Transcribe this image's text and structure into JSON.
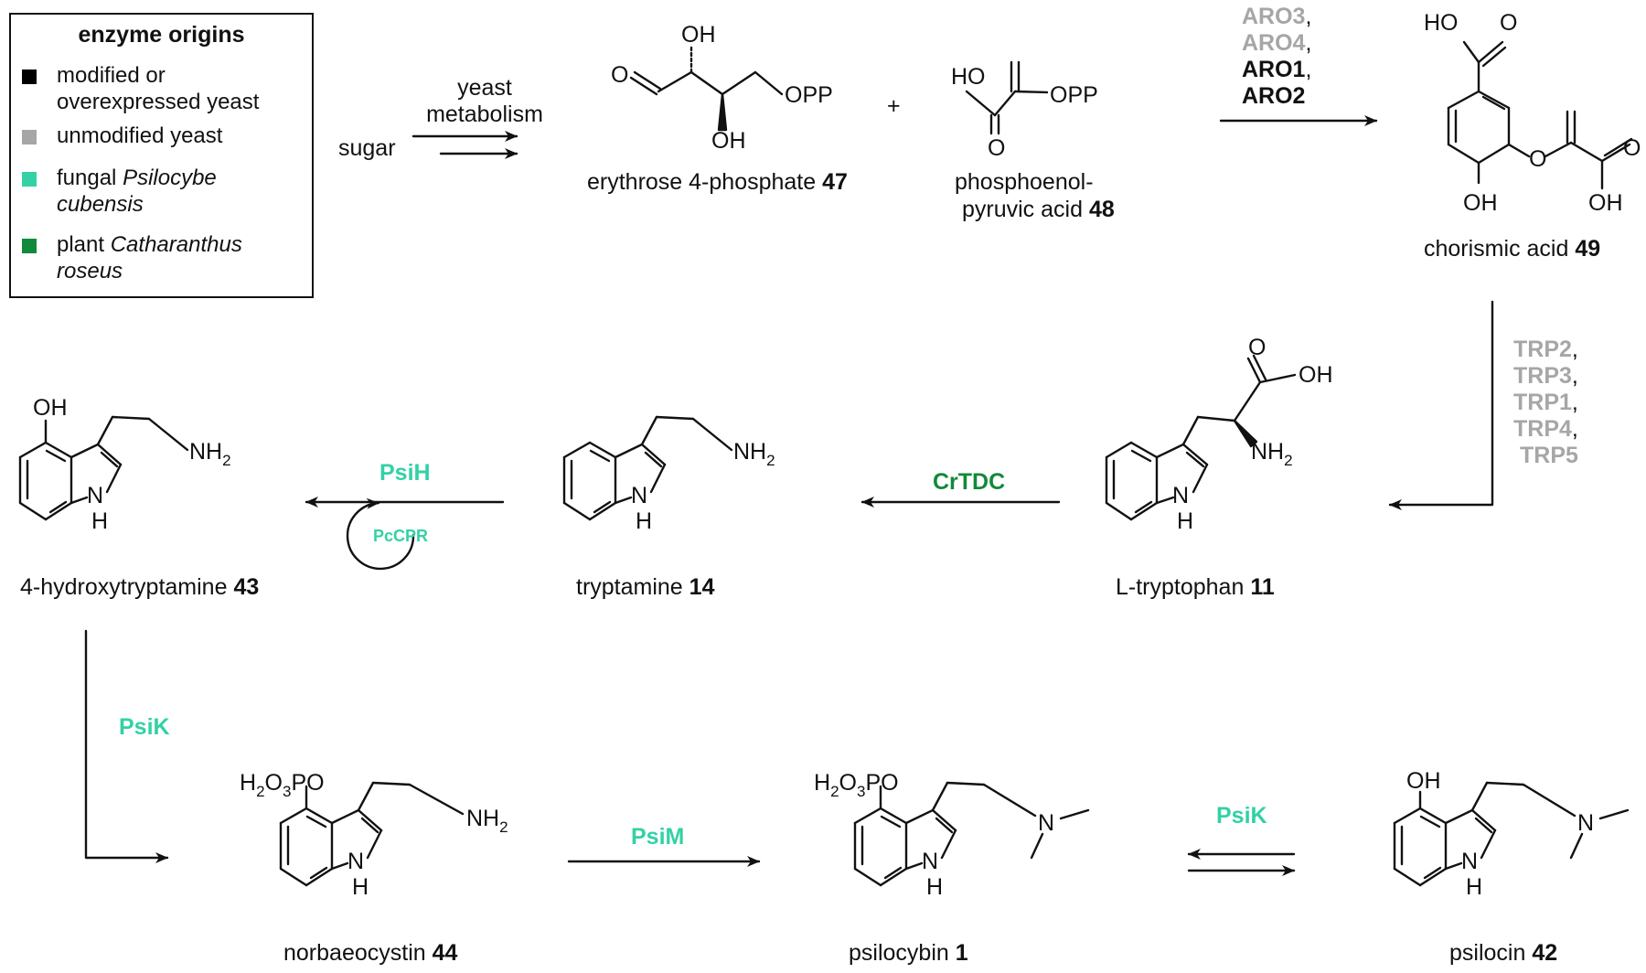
{
  "colors": {
    "black": "#000000",
    "grey": "#a6a6a6",
    "teal": "#33d1a5",
    "green": "#118a3a",
    "text": "#111111"
  },
  "legend": {
    "title": "enzyme origins",
    "items": [
      {
        "line1": "modified or",
        "line2": "overexpressed yeast",
        "line2_italic": "",
        "color": "#000000"
      },
      {
        "line1": "unmodified yeast",
        "line2": "",
        "line2_italic": "",
        "color": "#a6a6a6"
      },
      {
        "line1": "fungal ",
        "line1_italic": "Psilocybe",
        "line2": "",
        "line2_italic": "cubensis",
        "color": "#33d1a5"
      },
      {
        "line1": "plant ",
        "line1_italic": "Catharanthus",
        "line2": "",
        "line2_italic": "roseus",
        "color": "#118a3a"
      }
    ]
  },
  "labels": {
    "sugar": "sugar",
    "yeast_metabolism_1": "yeast",
    "yeast_metabolism_2": "metabolism",
    "plus": "+",
    "aro3": "ARO3",
    "aro4": "ARO4",
    "aro1": "ARO1",
    "aro2": "ARO2",
    "comma": ",",
    "trp2": "TRP2",
    "trp3": "TRP3",
    "trp1": "TRP1",
    "trp4": "TRP4",
    "trp5": "TRP5",
    "crtdc": "CrTDC",
    "psih": "PsiH",
    "pccpr": "PcCPR",
    "psik": "PsiK",
    "psim": "PsiM",
    "psik2": "PsiK"
  },
  "compounds": {
    "c47": {
      "name": "erythrose 4-phosphate ",
      "num": "47"
    },
    "c48_1": "phosphoenol-",
    "c48": {
      "name": "pyruvic acid ",
      "num": "48"
    },
    "c49": {
      "name": "chorismic acid ",
      "num": "49"
    },
    "c11": {
      "name": "L-tryptophan ",
      "num": "11"
    },
    "c14": {
      "name": "tryptamine ",
      "num": "14"
    },
    "c43": {
      "name": "4-hydroxytryptamine ",
      "num": "43"
    },
    "c44": {
      "name": "norbaeocystin ",
      "num": "44"
    },
    "c1": {
      "name": "psilocybin ",
      "num": "1"
    },
    "c42": {
      "name": "psilocin ",
      "num": "42"
    }
  },
  "atoms": {
    "OH": "OH",
    "O": "O",
    "OPP": "OPP",
    "HO": "HO",
    "NH": "NH",
    "NH2_main": "NH",
    "sub2": "2",
    "H": "H",
    "N": "N",
    "H2O3PO_a": "H",
    "H2O3PO_b": "2",
    "H2O3PO_c": "O",
    "H2O3PO_d": "3",
    "H2O3PO_e": "PO"
  }
}
